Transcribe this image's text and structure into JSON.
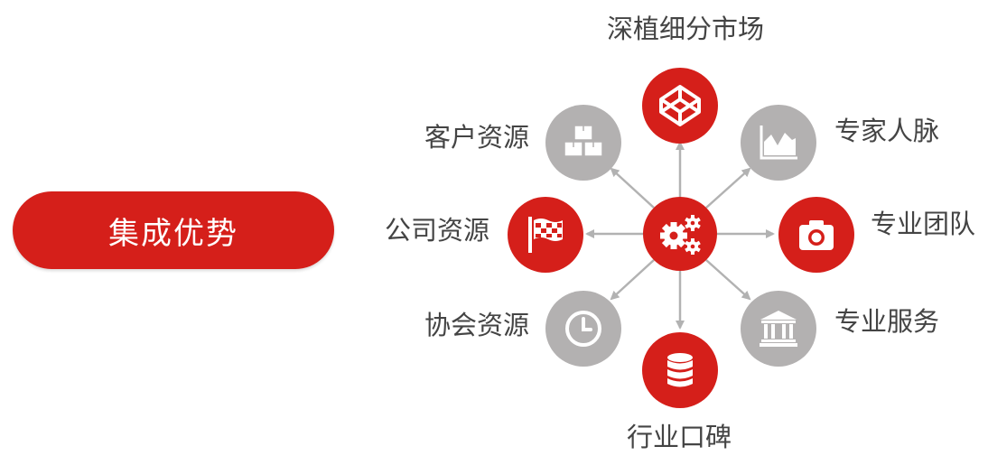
{
  "title_pill": "集成优势",
  "colors": {
    "red": "#d51f1a",
    "gray": "#b3b1b1",
    "arrow": "#b2b2b2",
    "text": "#444444"
  },
  "center": {
    "icon": "gears-icon",
    "color": "red"
  },
  "nodes": [
    {
      "key": "top",
      "label": "深植细分市场",
      "icon": "codepen-cube-icon",
      "color": "red"
    },
    {
      "key": "top-left",
      "label": "客户资源",
      "icon": "boxes-icon",
      "color": "gray"
    },
    {
      "key": "top-right",
      "label": "专家人脉",
      "icon": "area-chart-icon",
      "color": "gray"
    },
    {
      "key": "left",
      "label": "公司资源",
      "icon": "flag-icon",
      "color": "red"
    },
    {
      "key": "right",
      "label": "专业团队",
      "icon": "camera-icon",
      "color": "red"
    },
    {
      "key": "bottom-left",
      "label": "协会资源",
      "icon": "clock-icon",
      "color": "gray"
    },
    {
      "key": "bottom-right",
      "label": "专业服务",
      "icon": "bank-icon",
      "color": "gray"
    },
    {
      "key": "bottom",
      "label": "行业口碑",
      "icon": "database-icon",
      "color": "red"
    }
  ]
}
